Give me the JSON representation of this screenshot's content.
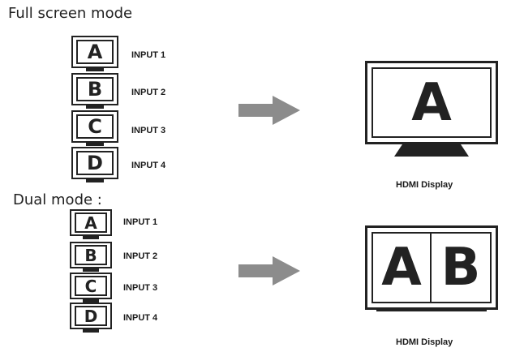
{
  "sections": [
    {
      "heading": "Full screen mode",
      "inputs": [
        {
          "letter": "A",
          "label": "INPUT 1"
        },
        {
          "letter": "B",
          "label": "INPUT 2"
        },
        {
          "letter": "C",
          "label": "INPUT 3"
        },
        {
          "letter": "D",
          "label": "INPUT 4"
        }
      ],
      "display": {
        "letters": [
          "A"
        ],
        "caption": "HDMI Display"
      }
    },
    {
      "heading": "Dual mode :",
      "inputs": [
        {
          "letter": "A",
          "label": "INPUT 1"
        },
        {
          "letter": "B",
          "label": "INPUT 2"
        },
        {
          "letter": "C",
          "label": "INPUT 3"
        },
        {
          "letter": "D",
          "label": "INPUT 4"
        }
      ],
      "display": {
        "letters": [
          "A",
          "B"
        ],
        "caption": "HDMI Display"
      }
    }
  ],
  "colors": {
    "ink": "#222222",
    "arrow": "#8c8c8c"
  }
}
